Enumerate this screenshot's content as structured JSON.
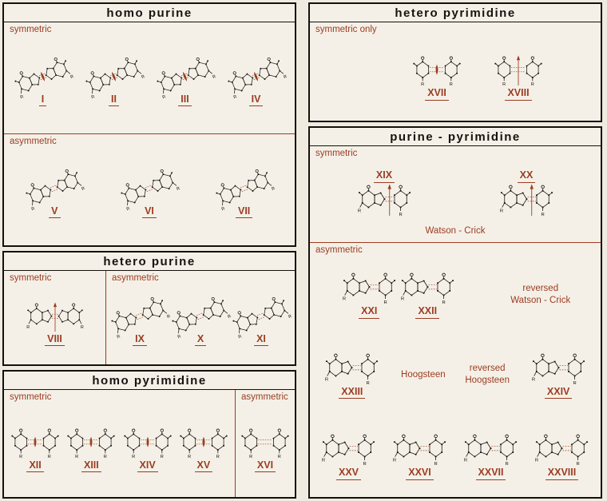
{
  "colors": {
    "accent": "#9c3c22",
    "ink": "#17130f",
    "paper": "#efebe1"
  },
  "r_label": "R",
  "panels": {
    "homo_purine": {
      "title": "homo  purine",
      "sections": [
        {
          "label": "symmetric",
          "structures": [
            {
              "numeral": "I",
              "kind": "pp",
              "marker": "lens",
              "tilt": true
            },
            {
              "numeral": "II",
              "kind": "pp",
              "marker": "lens",
              "tilt": true
            },
            {
              "numeral": "III",
              "kind": "pp",
              "marker": "lens",
              "tilt": true
            },
            {
              "numeral": "IV",
              "kind": "pp",
              "marker": "lens",
              "tilt": true
            }
          ]
        },
        {
          "label": "asymmetric",
          "structures": [
            {
              "numeral": "V",
              "kind": "pp",
              "tilt": true
            },
            {
              "numeral": "VI",
              "kind": "pp",
              "tilt": true
            },
            {
              "numeral": "VII",
              "kind": "pp",
              "tilt": true
            }
          ]
        }
      ]
    },
    "hetero_purine": {
      "title": "hetero  purine",
      "sections": [
        {
          "label": "symmetric",
          "structures": [
            {
              "numeral": "VIII",
              "kind": "pp",
              "marker": "arrow"
            }
          ]
        },
        {
          "label": "asymmetric",
          "structures": [
            {
              "numeral": "IX",
              "kind": "pp",
              "tilt": true
            },
            {
              "numeral": "X",
              "kind": "pp",
              "tilt": true
            },
            {
              "numeral": "XI",
              "kind": "pp",
              "tilt": true
            }
          ]
        }
      ]
    },
    "homo_pyrimidine": {
      "title": "homo  pyrimidine",
      "sections": [
        {
          "label": "symmetric",
          "structures": [
            {
              "numeral": "XII",
              "kind": "yy",
              "marker": "lens"
            },
            {
              "numeral": "XIII",
              "kind": "yy",
              "marker": "lens"
            },
            {
              "numeral": "XIV",
              "kind": "yy",
              "marker": "lens"
            },
            {
              "numeral": "XV",
              "kind": "yy",
              "marker": "lens"
            }
          ]
        },
        {
          "label": "asymmetric",
          "structures": [
            {
              "numeral": "XVI",
              "kind": "yy"
            }
          ]
        }
      ]
    },
    "hetero_pyrimidine": {
      "title": "hetero  pyrimidine",
      "sections": [
        {
          "label": "symmetric only",
          "structures": [
            {
              "numeral": "XVII",
              "kind": "yy",
              "marker": "lens"
            },
            {
              "numeral": "XVIII",
              "kind": "yy",
              "marker": "arrow"
            }
          ]
        }
      ]
    },
    "purine_pyrimidine": {
      "title": "purine - pyrimidine",
      "symmetric": {
        "label": "symmetric",
        "caption": "Watson - Crick",
        "structures": [
          {
            "numeral": "XIX",
            "kind": "py",
            "marker": "arrow",
            "numeral_pos": "top"
          },
          {
            "numeral": "XX",
            "kind": "py",
            "marker": "arrow",
            "numeral_pos": "top"
          }
        ]
      },
      "asymmetric": {
        "label": "asymmetric",
        "captions": {
          "reversed_watson_crick": "reversed\nWatson - Crick",
          "hoogsteen": "Hoogsteen",
          "reversed_hoogsteen": "reversed\nHoogsteen"
        },
        "row1": [
          {
            "numeral": "XXI",
            "kind": "py"
          },
          {
            "numeral": "XXII",
            "kind": "py"
          }
        ],
        "row2a": [
          {
            "numeral": "XXIII",
            "kind": "py"
          }
        ],
        "row2b": [
          {
            "numeral": "XXIV",
            "kind": "py"
          }
        ],
        "row3": [
          {
            "numeral": "XXV",
            "kind": "py"
          },
          {
            "numeral": "XXVI",
            "kind": "py"
          },
          {
            "numeral": "XXVII",
            "kind": "py"
          },
          {
            "numeral": "XXVIII",
            "kind": "py"
          }
        ]
      }
    }
  }
}
